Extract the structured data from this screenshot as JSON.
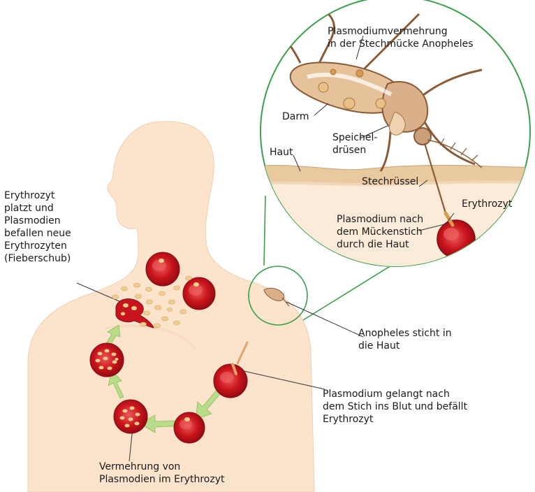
{
  "labels": {
    "mosquito_reproduction": [
      "Plasmodiumvermehrung",
      "in der Stechmücke Anopheles"
    ],
    "gut": "Darm",
    "salivary_glands": [
      "Speichel-",
      "drüsen"
    ],
    "skin": "Haut",
    "proboscis": "Stechrüssel",
    "erythrocyte_inset": "Erythrozyt",
    "plasmodium_after_bite": [
      "Plasmodium nach",
      "dem Mückenstich",
      "durch die Haut"
    ],
    "erythrocyte_bursts": [
      "Erythrozyt",
      "platzt und",
      "Plasmodien",
      "befallen neue",
      "Erythrozyten",
      "(Fieberschub)"
    ],
    "anopheles_bites": [
      "Anopheles sticht in",
      "die Haut"
    ],
    "plasmodium_enters_blood": [
      "Plasmodium gelangt nach",
      "dem Stich ins Blut und befällt",
      "Erythrozyt"
    ],
    "reproduction_in_erythrocyte": [
      "Vermehrung von",
      "Plasmodien im Erythrozyt"
    ]
  },
  "colors": {
    "skin": "#fce3cc",
    "skin_dark": "#f3c9a6",
    "cell": "#c8141c",
    "cell_light": "#e8484a",
    "arrow": "#b8dc8a",
    "inset_border": "#3aa04a",
    "mosquito": "#d9b08a",
    "mosquito_dark": "#8a5a36"
  },
  "icons": {
    "mosquito": "mosquito-icon",
    "erythrocyte": "red-blood-cell-icon"
  }
}
